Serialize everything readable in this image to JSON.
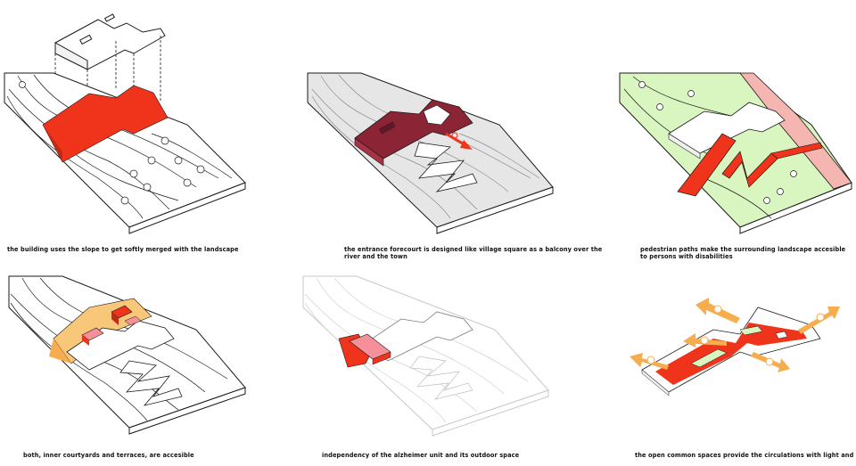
{
  "captions": [
    "the building uses the slope to get softly merged with the landscape",
    "the entrance forecourt is designed like village square as a balcony over the river and the town",
    "pedestrian paths make the surrounding landscape accesible to persons with disabilities",
    "both, inner courtyards and terraces, are accesible",
    "independency of the alzheimer unit and its outdoor space",
    "the open common spaces provide the circulations with light and sights"
  ],
  "colors": {
    "red": "#f0341c",
    "dark_red": "#8b2435",
    "green": "#d9f5c0",
    "pink": "#f5b5b0",
    "orange": "#f5ad4e",
    "light_orange": "#f8c779",
    "grey": "#e6e6e6",
    "line": "#1a1a1a"
  }
}
